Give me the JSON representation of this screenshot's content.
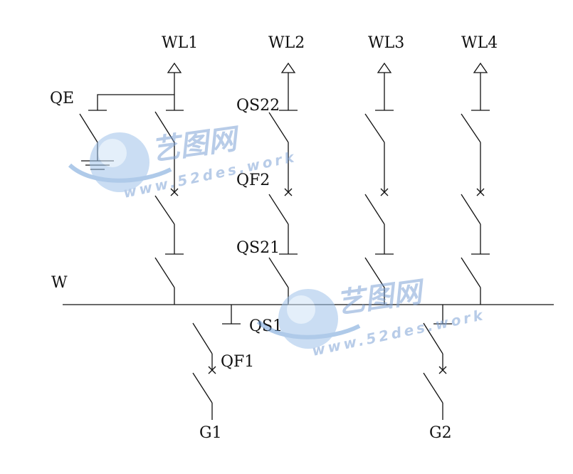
{
  "labels": {
    "wl1": "WL1",
    "wl2": "WL2",
    "wl3": "WL3",
    "wl4": "WL4",
    "qe": "QE",
    "qs22": "QS22",
    "qf2": "QF2",
    "qs21": "QS21",
    "w": "W",
    "qs1": "QS1",
    "qf1": "QF1",
    "g1": "G1",
    "g2": "G2"
  },
  "watermark": {
    "brand": "艺图网",
    "url": "www.52des.work",
    "color": "#7fa3d6"
  }
}
